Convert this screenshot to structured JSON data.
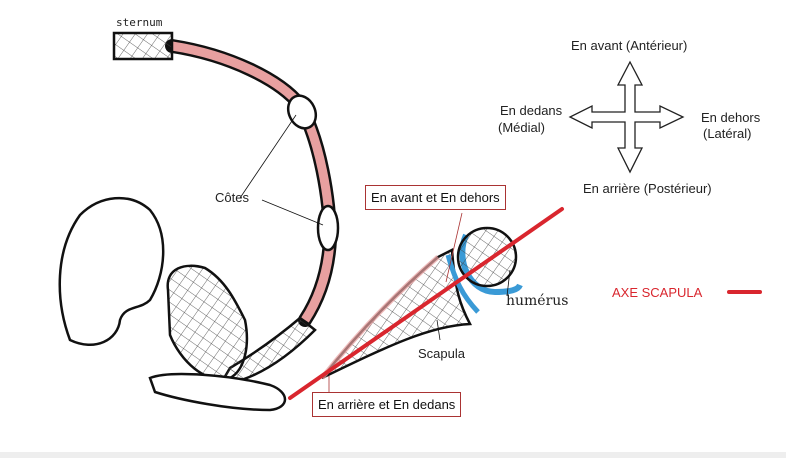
{
  "labels": {
    "sternum": "sternum",
    "cotes": "Côtes",
    "humerus": "humérus",
    "scapula": "Scapula",
    "anterior_lateral": "En avant et En dehors",
    "posterior_medial": "En arrière et En dedans",
    "axis_legend": "AXE SCAPULA"
  },
  "compass": {
    "up": "En avant (Antérieur)",
    "down": "En arrière (Postérieur)",
    "left_line1": "En dedans",
    "left_line2": "(Médial)",
    "right_line1": "En dehors",
    "right_line2": "(Latéral)"
  },
  "colors": {
    "axis": "#d9262e",
    "muscle": "#e8a0a0",
    "cartilage": "#3a9ad6"
  }
}
